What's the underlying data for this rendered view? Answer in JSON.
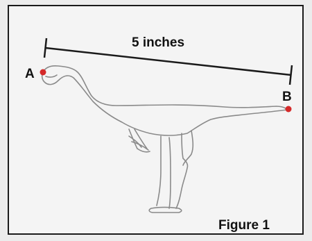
{
  "diagram": {
    "measure_label": "5 inches",
    "point_a_label": "A",
    "point_b_label": "B",
    "figure_label": "Figure 1"
  },
  "colors": {
    "frame": "#1a1a1a",
    "measure_line": "#1a1a1a",
    "outline": "#8a8a8a",
    "point": "#d42a2a"
  }
}
